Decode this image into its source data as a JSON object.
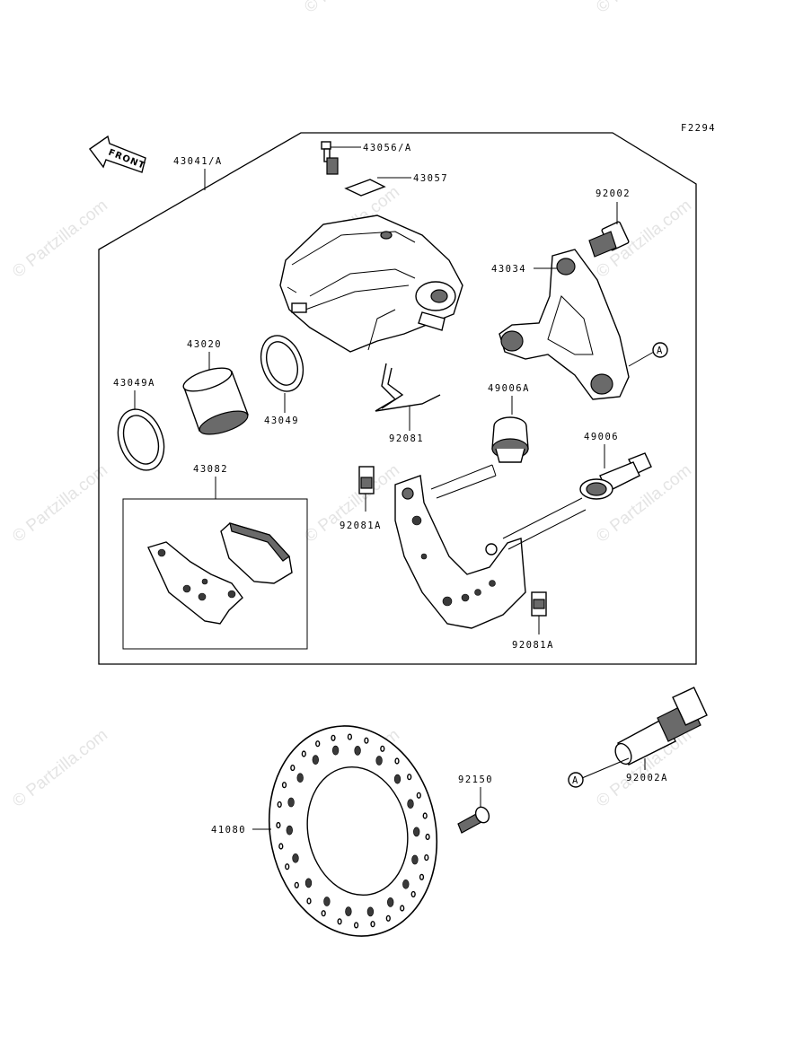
{
  "figure_code": "F2294",
  "front_label": "FRONT",
  "reference_mark": "A",
  "watermark": "© Partzilla.com",
  "parts": {
    "caliper_assy": "43041/A",
    "bleeder_valve": "43056/A",
    "bleeder_cap": "43057",
    "bolt_upper": "92002",
    "holder": "43034",
    "piston": "43020",
    "piston_seal": "43049",
    "dust_seal": "43049A",
    "spring_clip": "92081",
    "boot_a": "49006A",
    "boot": "49006",
    "clip_left": "92081A",
    "clip_right": "92081A",
    "pad_assy": "43082",
    "disc": "41080",
    "disc_bolt": "92150",
    "bolt_lower": "92002A"
  }
}
